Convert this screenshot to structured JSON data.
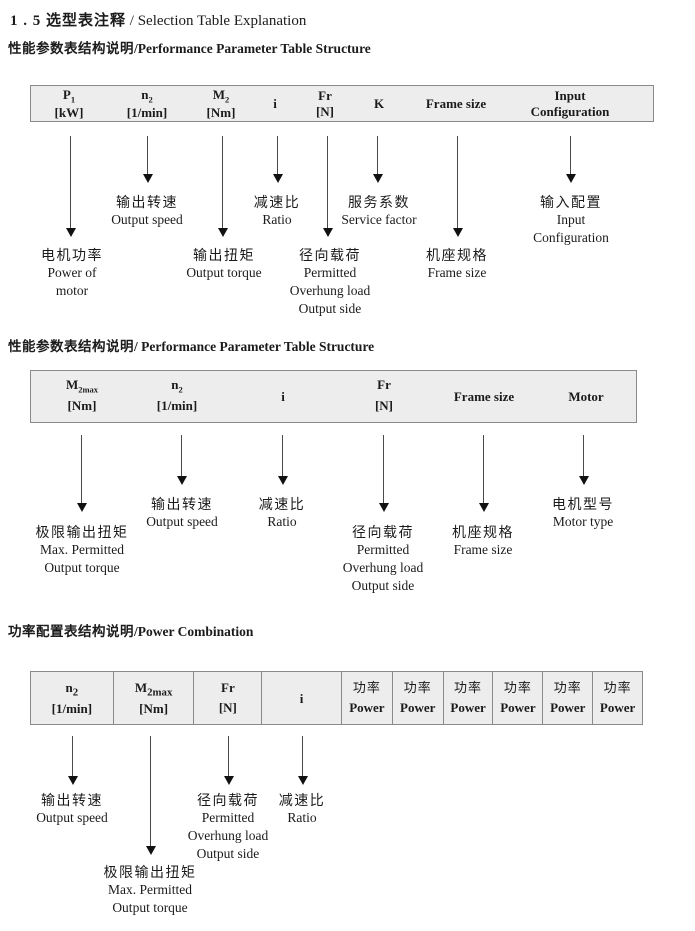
{
  "title": {
    "zh": "1 . 5 选型表注释",
    "sep": " / ",
    "en": "Selection Table Explanation"
  },
  "sections": {
    "s1": {
      "heading_zh": "性能参数表结构说明",
      "heading_en": "/Performance Parameter Table Structure",
      "columns": [
        {
          "base": "P",
          "sub": "1",
          "unit": "[kW]"
        },
        {
          "base": "n",
          "sub": "2",
          "unit": "[1/min]"
        },
        {
          "base": "M",
          "sub": "2",
          "unit": "[Nm]"
        },
        {
          "base": "i"
        },
        {
          "base": "Fr",
          "unit": "[N]"
        },
        {
          "base": "K"
        },
        {
          "base": "Frame size"
        },
        {
          "base": "Input",
          "unit": "Configuration"
        }
      ],
      "labels": [
        {
          "lines": [
            "电机功率",
            "Power of",
            "motor"
          ]
        },
        {
          "lines": [
            "输出转速",
            "Output speed"
          ]
        },
        {
          "lines": [
            "输出扭矩",
            "Output torque"
          ]
        },
        {
          "lines": [
            "减速比",
            "Ratio"
          ]
        },
        {
          "lines": [
            "径向载荷",
            "Permitted",
            "Overhung load",
            "Output side"
          ]
        },
        {
          "lines": [
            "服务系数",
            "Service factor"
          ]
        },
        {
          "lines": [
            "机座规格",
            "Frame size"
          ]
        },
        {
          "lines": [
            "输入配置",
            "Input",
            "Configuration"
          ]
        }
      ]
    },
    "s2": {
      "heading_zh": "性能参数表结构说明",
      "heading_en": "/ Performance Parameter Table Structure",
      "columns": [
        {
          "base": "M",
          "sub": "2max",
          "unit": "[Nm]"
        },
        {
          "base": "n",
          "sub": "2",
          "unit": "[1/min]"
        },
        {
          "base": "i"
        },
        {
          "base": "Fr",
          "unit": "[N]"
        },
        {
          "base": "Frame size"
        },
        {
          "base": "Motor"
        }
      ],
      "labels": [
        {
          "lines": [
            "极限输出扭矩",
            "Max. Permitted",
            "Output torque"
          ]
        },
        {
          "lines": [
            "输出转速",
            "Output speed"
          ]
        },
        {
          "lines": [
            "减速比",
            "Ratio"
          ]
        },
        {
          "lines": [
            "径向载荷",
            "Permitted",
            "Overhung load",
            "Output side"
          ]
        },
        {
          "lines": [
            "机座规格",
            "Frame size"
          ]
        },
        {
          "lines": [
            "电机型号",
            "Motor type"
          ]
        }
      ]
    },
    "s3": {
      "heading_zh": "功率配置表结构说明",
      "heading_en": "/Power Combination",
      "columns": [
        {
          "base": "n",
          "sub": "2",
          "unit": "[1/min]"
        },
        {
          "base": "M",
          "sub": "2max",
          "unit": "[Nm]"
        },
        {
          "base": "Fr",
          "unit": "[N]"
        },
        {
          "base": "i"
        },
        {
          "base": "功率",
          "unit": "Power"
        },
        {
          "base": "功率",
          "unit": "Power"
        },
        {
          "base": "功率",
          "unit": "Power"
        },
        {
          "base": "功率",
          "unit": "Power"
        },
        {
          "base": "功率",
          "unit": "Power"
        },
        {
          "base": "功率",
          "unit": "Power"
        }
      ],
      "labels": [
        {
          "lines": [
            "输出转速",
            "Output speed"
          ]
        },
        {
          "lines": [
            "极限输出扭矩",
            "Max. Permitted",
            "Output torque"
          ]
        },
        {
          "lines": [
            "径向载荷",
            "Permitted",
            "Overhung load",
            "Output side"
          ]
        },
        {
          "lines": [
            "减速比",
            "Ratio"
          ]
        }
      ]
    }
  },
  "colors": {
    "table_bg": "#ededed",
    "table_border": "#8a8a8a",
    "text": "#1b1b1b"
  }
}
